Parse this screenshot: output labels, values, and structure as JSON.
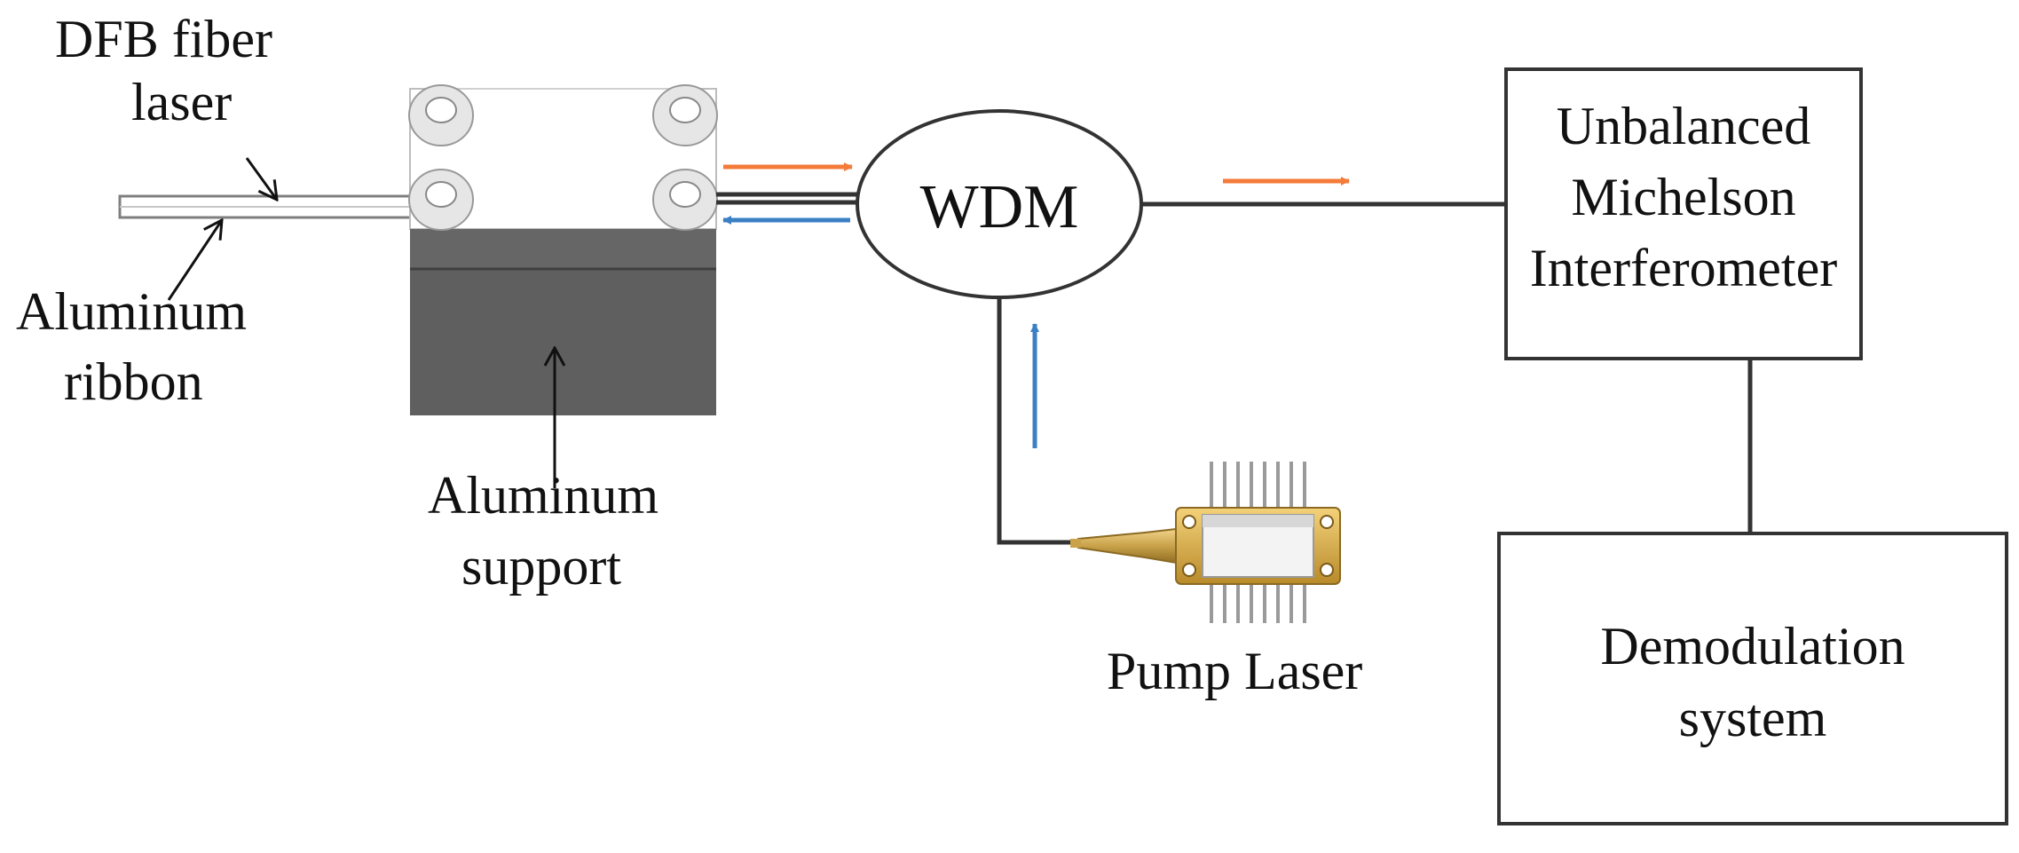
{
  "labels": {
    "dfb_line1": "DFB fiber",
    "dfb_line2": "laser",
    "ribbon_line1": "Aluminum",
    "ribbon_line2": "ribbon",
    "support_line1": "Aluminum",
    "support_line2": "support",
    "wdm": "WDM",
    "michelson_line1": "Unbalanced",
    "michelson_line2": "Michelson",
    "michelson_line3": "Interferometer",
    "demod_line1": "Demodulation",
    "demod_line2": "system",
    "pump": "Pump Laser"
  },
  "colors": {
    "signal_arrow": "#f47b3a",
    "pump_arrow": "#3b7fc4",
    "support_block": "#5f5f5f"
  }
}
